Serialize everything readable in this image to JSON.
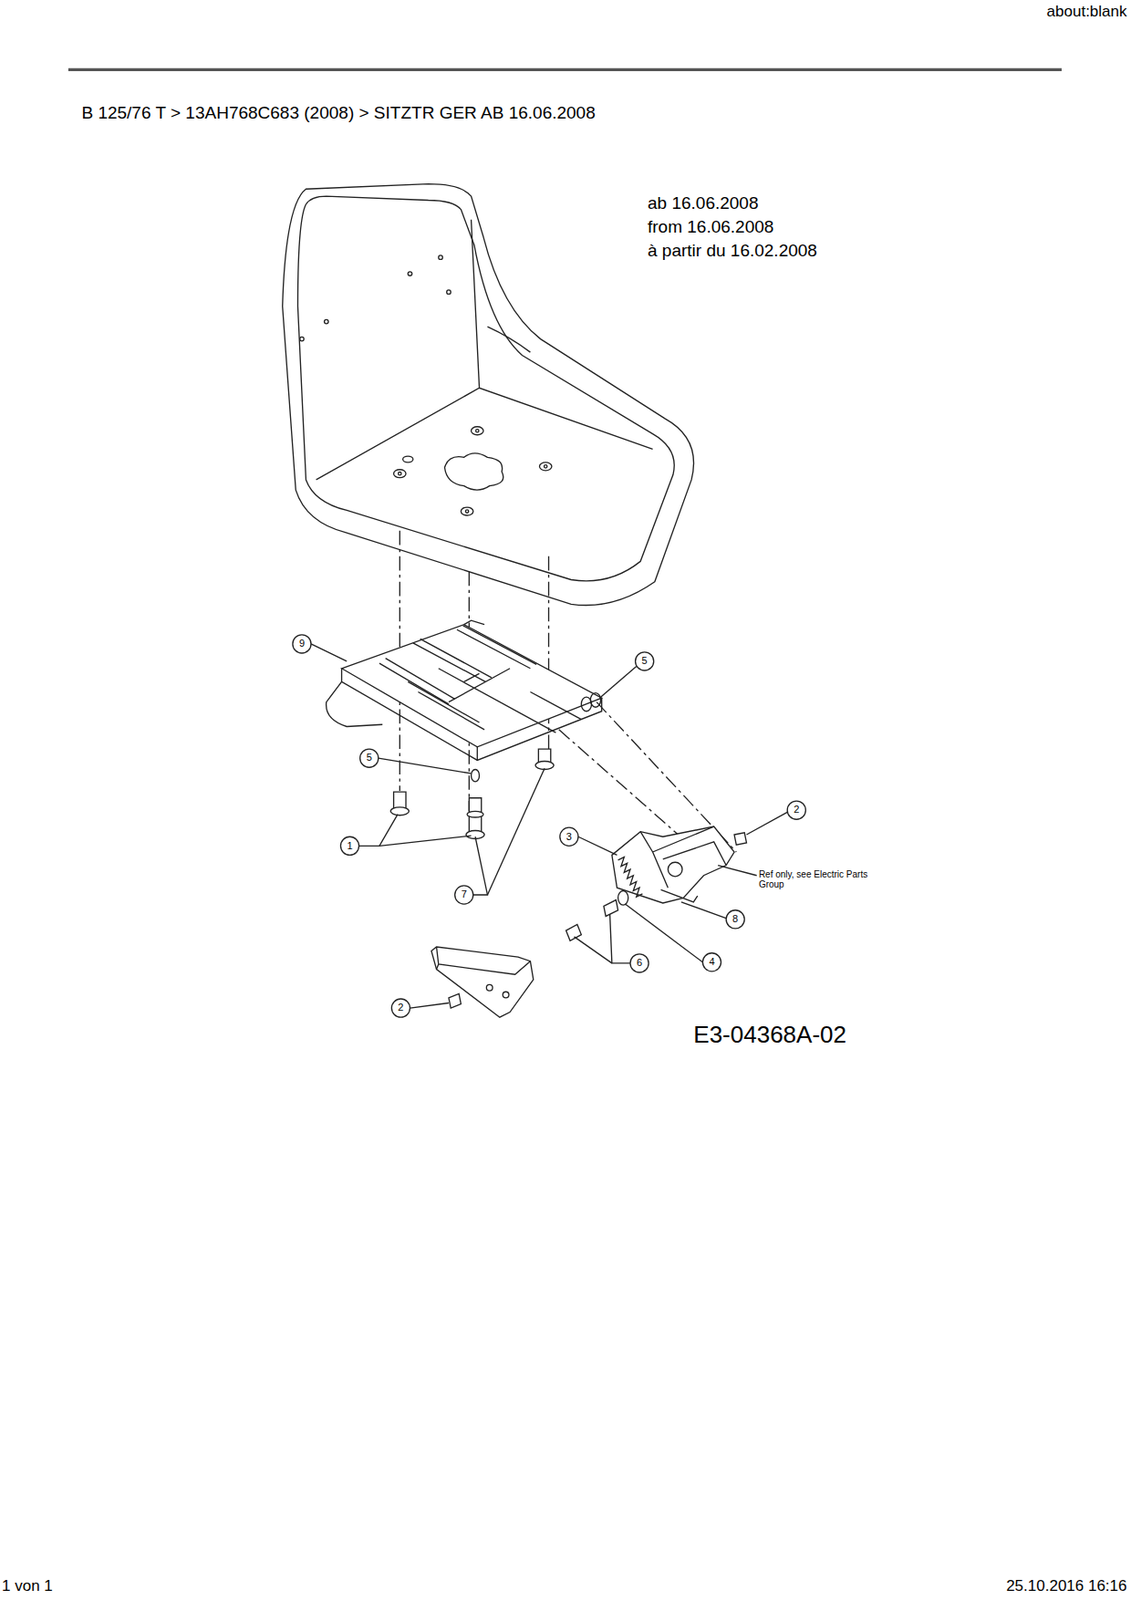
{
  "diagram": {
    "title": "B 125/76 T  >  13AH768C683 (2008)  >  SITZTR   GER AB 16.06.2008",
    "labels": [
      "about:blank",
      "ab 16.06.2008",
      "from 16.06.2008",
      "à partir du 16.02.2008",
      "9",
      "5",
      "5",
      "2",
      "3",
      "Ref only, see Electric Parts Group",
      "1",
      "7",
      "8",
      "6",
      "4",
      "2",
      "E3-04368A-02",
      "1 von 1",
      "25.10.2016 16:16"
    ]
  }
}
